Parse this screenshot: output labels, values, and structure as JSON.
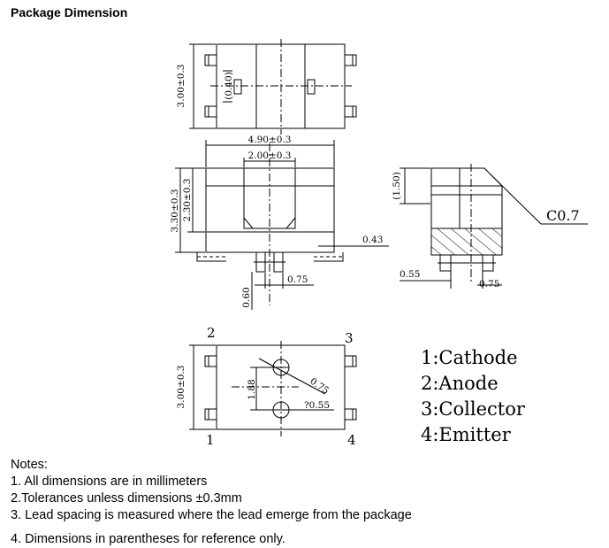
{
  "title": "Package Dimension",
  "top_view": {
    "height_dim": "3.00±0.3",
    "inner_dim": "(0.40)"
  },
  "front_view": {
    "width_dim": "4.90±0.3",
    "body_dim": "2.00±0.3",
    "height_dim": "3.30±0.3",
    "inner_height_dim": "2.30±0.3",
    "lead_offset_dim": "0.43",
    "lead_pitch_dim": "0.75",
    "lead_length_dim": "0.60"
  },
  "side_view": {
    "top_dim": "(1.50)",
    "chamfer_dim": "C0.7",
    "lead_dim_left": "0.55",
    "lead_dim_right": "0.75"
  },
  "bottom_view": {
    "height_dim": "3.00±0.3",
    "diagonal_dim": "0.75",
    "spacing_dim": "1.88",
    "hole_dim": "?0.55",
    "pins": [
      "2",
      "3",
      "1",
      "4"
    ]
  },
  "legend": [
    "1:Cathode",
    "2:Anode",
    "3:Collector",
    "4:Emitter"
  ],
  "notes": {
    "heading": "Notes:",
    "items": [
      "1. All dimensions are in millimeters",
      "2.Tolerances unless dimensions ±0.3mm",
      "3. Lead spacing is measured where the lead emerge from the package",
      "4. Dimensions in parentheses for reference only."
    ]
  }
}
